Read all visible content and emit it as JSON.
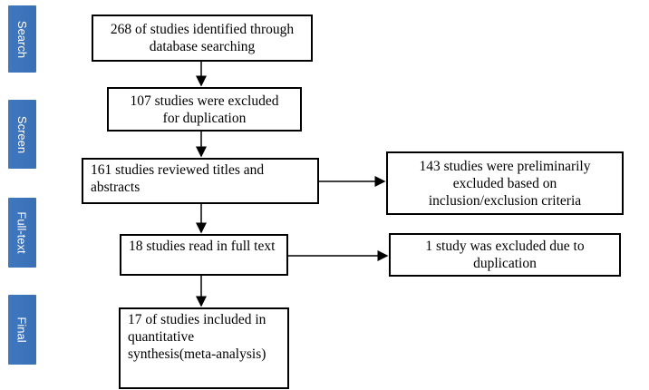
{
  "stages": [
    "Search",
    "Screen",
    "Full-text",
    "Final"
  ],
  "boxes": {
    "identified": "268 of studies identified through database searching",
    "duplicates_excluded": "107 studies were excluded for duplication",
    "title_abstract": "161 studies reviewed titles and abstracts",
    "preliminary_excluded": "143 studies were preliminarily excluded based on inclusion/exclusion criteria",
    "full_text": "18 studies read in full text",
    "full_text_excluded": "1 study was excluded due to duplication",
    "included": "17 of studies included in quantitative synthesis(meta-analysis)"
  },
  "colors": {
    "stage_fill": "#3f78c0",
    "stage_text": "#ffffff",
    "box_border": "#000000"
  }
}
